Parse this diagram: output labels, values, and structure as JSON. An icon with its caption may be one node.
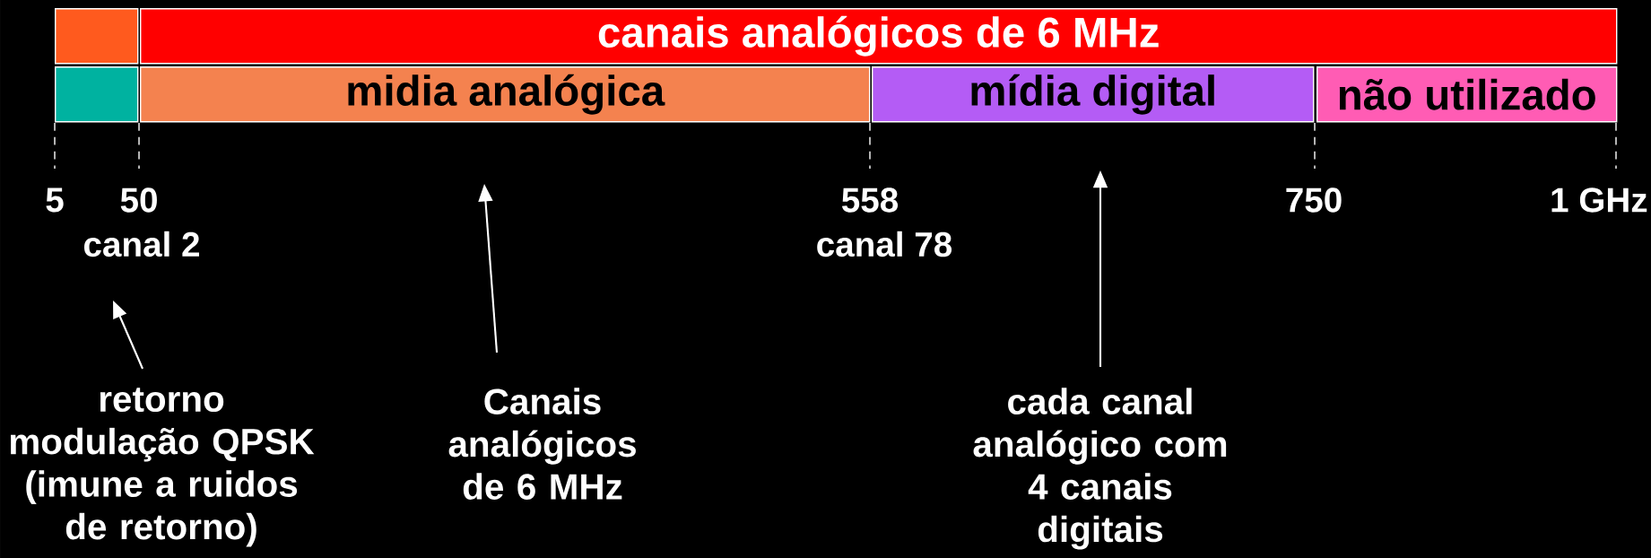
{
  "diagram": {
    "nodes": [
      {
        "text": [],
        "shape": "box"
      },
      {
        "text": [
          "canais analógicos de 6 MHz"
        ]
      },
      {
        "text": [],
        "shape": "box"
      },
      {
        "text": [
          "midia analógica"
        ]
      },
      {
        "text": [
          "mídia digital"
        ]
      },
      {
        "text": [
          "não utilizado"
        ]
      },
      {
        "text": [
          "retorno modulação QPSK (imune a ruidos de retorno)"
        ]
      },
      {
        "text": [
          "Canais analógicos de 6 MHz"
        ]
      },
      {
        "text": [
          "cada canal analógico com 4 canais digitais"
        ]
      }
    ],
    "edges": [
      {
        "from": 6,
        "to": null,
        "arrow": "to"
      },
      {
        "from": 7,
        "to": null,
        "arrow": "to"
      },
      {
        "from": 8,
        "to": null,
        "arrow": "to"
      }
    ],
    "labels": [
      "5",
      "50",
      "558",
      "750",
      "1 GHz",
      "canal 2",
      "canal 78"
    ]
  }
}
